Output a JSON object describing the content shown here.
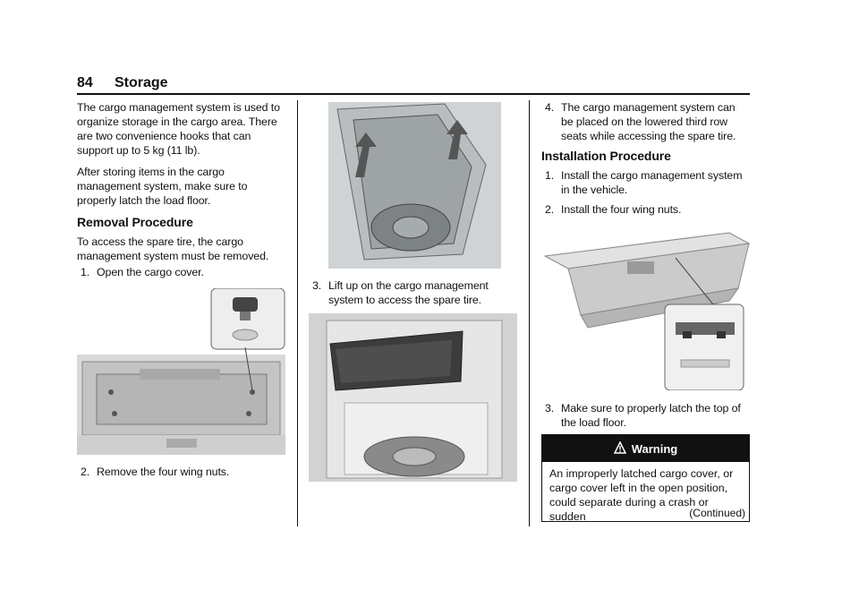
{
  "header": {
    "page_number": "84",
    "section": "Storage"
  },
  "col1": {
    "intro": "The cargo management system is used to organize storage in the cargo area. There are two convenience hooks that can support up to 5 kg (11 lb).",
    "after_storing": "After storing items in the cargo management system, make sure to properly latch the load floor.",
    "removal_heading": "Removal Procedure",
    "removal_intro": "To access the spare tire, the cargo management system must be removed.",
    "step1_num": "1.",
    "step1": "Open the cargo cover.",
    "step2_num": "2.",
    "step2": "Remove the four wing nuts."
  },
  "col2": {
    "step3_num": "3.",
    "step3": "Lift up on the cargo management system to access the spare tire."
  },
  "col3": {
    "step4_num": "4.",
    "step4": "The cargo management system can be placed on the lowered third row seats while accessing the spare tire.",
    "install_heading": "Installation Procedure",
    "inst1_num": "1.",
    "inst1": "Install the cargo management system in the vehicle.",
    "inst2_num": "2.",
    "inst2": "Install the four wing nuts.",
    "inst3_num": "3.",
    "inst3": "Make sure to properly latch the top of the load floor."
  },
  "warning": {
    "title": "Warning",
    "body": "An improperly latched cargo cover, or cargo cover left in the open position, could separate during a crash or sudden",
    "continued": "(Continued)"
  },
  "icons": {
    "warning": "warning-triangle-icon"
  }
}
